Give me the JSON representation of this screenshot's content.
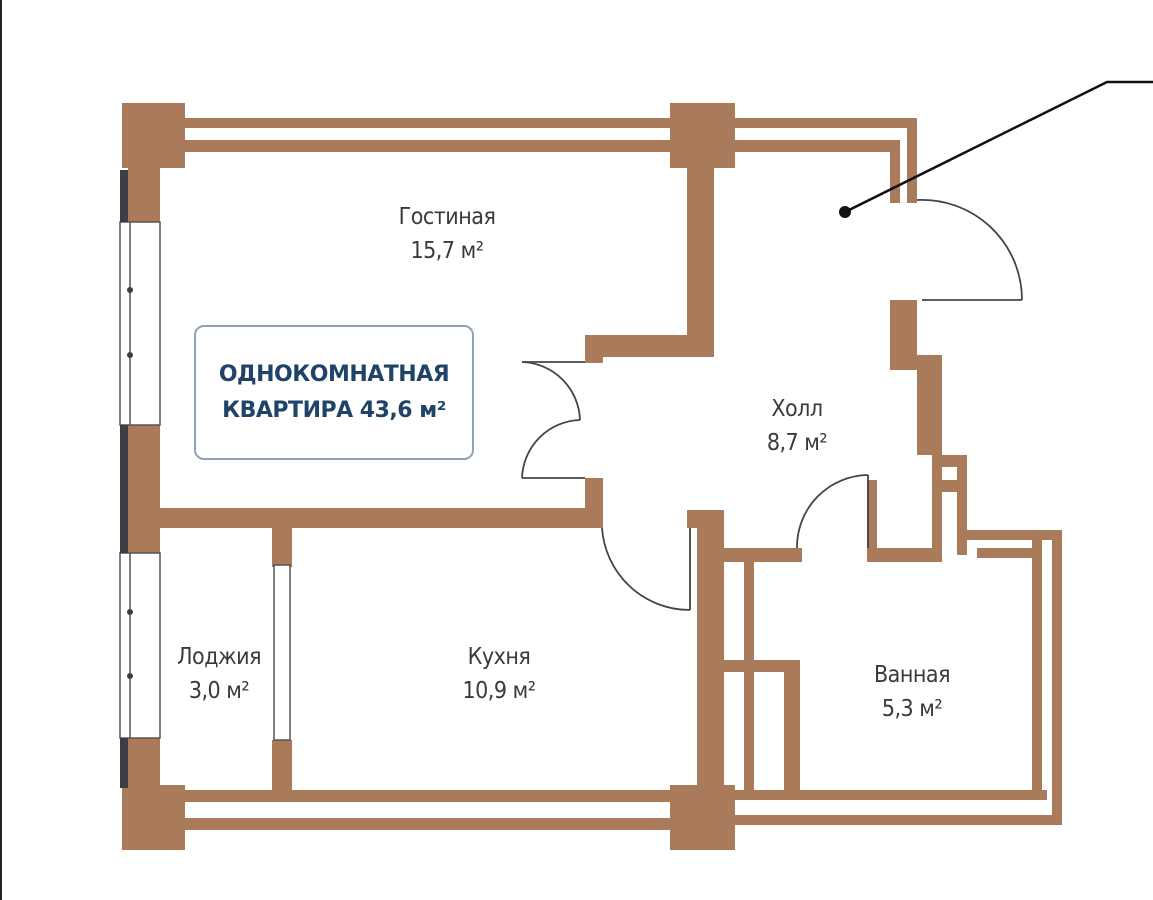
{
  "apartment": {
    "type_label": "ОДНОКОМНАТНАЯ",
    "total_label": "КВАРТИРА 43,6 м²"
  },
  "rooms": [
    {
      "name": "Гостиная",
      "area": "15,7 м²"
    },
    {
      "name": "Холл",
      "area": "8,7 м²"
    },
    {
      "name": "Лоджия",
      "area": "3,0 м²"
    },
    {
      "name": "Кухня",
      "area": "10,9 м²"
    },
    {
      "name": "Ванная",
      "area": "5,3 м²"
    }
  ],
  "colors": {
    "wall": "#a97b5b",
    "title": "#1f4468",
    "window_frame": "#3b3f45"
  }
}
